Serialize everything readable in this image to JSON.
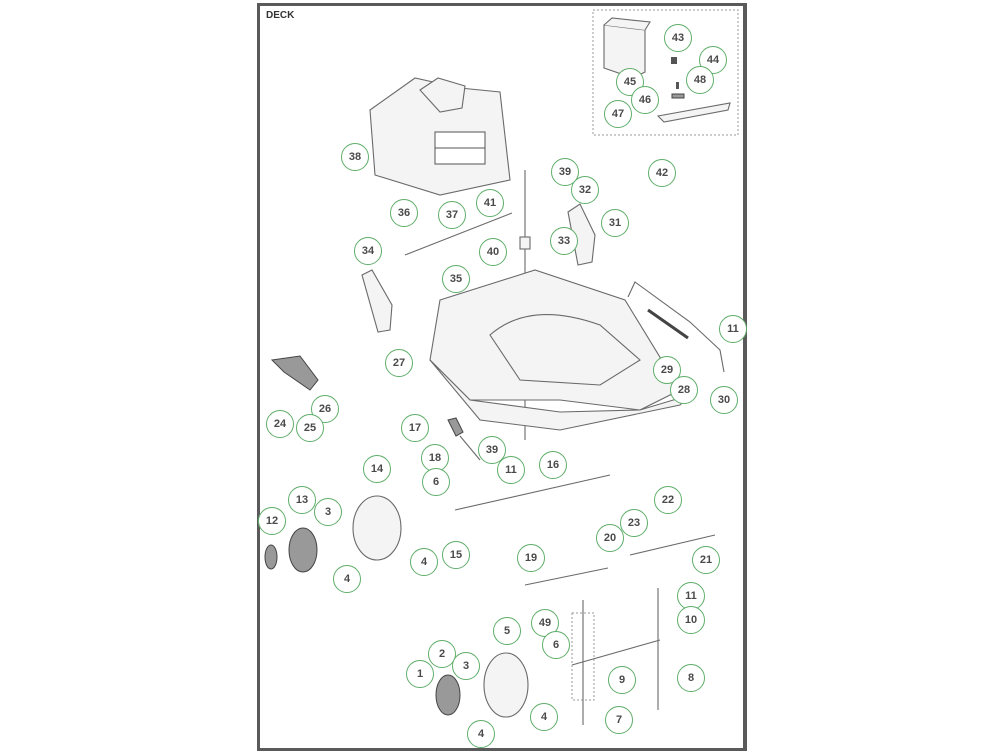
{
  "diagram": {
    "title": "DECK",
    "callout_color": "#5fae6a",
    "callouts": [
      {
        "id": "c43",
        "label": "43"
      },
      {
        "id": "c44",
        "label": "44"
      },
      {
        "id": "c48",
        "label": "48"
      },
      {
        "id": "c45",
        "label": "45"
      },
      {
        "id": "c46",
        "label": "46"
      },
      {
        "id": "c47",
        "label": "47"
      },
      {
        "id": "c42",
        "label": "42"
      },
      {
        "id": "c38",
        "label": "38"
      },
      {
        "id": "c39a",
        "label": "39"
      },
      {
        "id": "c32",
        "label": "32"
      },
      {
        "id": "c41",
        "label": "41"
      },
      {
        "id": "c36",
        "label": "36"
      },
      {
        "id": "c37",
        "label": "37"
      },
      {
        "id": "c31",
        "label": "31"
      },
      {
        "id": "c33",
        "label": "33"
      },
      {
        "id": "c34",
        "label": "34"
      },
      {
        "id": "c40",
        "label": "40"
      },
      {
        "id": "c35",
        "label": "35"
      },
      {
        "id": "c11a",
        "label": "11"
      },
      {
        "id": "c27",
        "label": "27"
      },
      {
        "id": "c29",
        "label": "29"
      },
      {
        "id": "c28",
        "label": "28"
      },
      {
        "id": "c30",
        "label": "30"
      },
      {
        "id": "c26",
        "label": "26"
      },
      {
        "id": "c24",
        "label": "24"
      },
      {
        "id": "c25",
        "label": "25"
      },
      {
        "id": "c17",
        "label": "17"
      },
      {
        "id": "c39b",
        "label": "39"
      },
      {
        "id": "c18",
        "label": "18"
      },
      {
        "id": "c11b",
        "label": "11"
      },
      {
        "id": "c16",
        "label": "16"
      },
      {
        "id": "c14",
        "label": "14"
      },
      {
        "id": "c6a",
        "label": "6"
      },
      {
        "id": "c13",
        "label": "13"
      },
      {
        "id": "c22",
        "label": "22"
      },
      {
        "id": "c3a",
        "label": "3"
      },
      {
        "id": "c12",
        "label": "12"
      },
      {
        "id": "c23",
        "label": "23"
      },
      {
        "id": "c20",
        "label": "20"
      },
      {
        "id": "c15",
        "label": "15"
      },
      {
        "id": "c4a",
        "label": "4"
      },
      {
        "id": "c19",
        "label": "19"
      },
      {
        "id": "c21",
        "label": "21"
      },
      {
        "id": "c4b",
        "label": "4"
      },
      {
        "id": "c11c",
        "label": "11"
      },
      {
        "id": "c10",
        "label": "10"
      },
      {
        "id": "c5",
        "label": "5"
      },
      {
        "id": "c49",
        "label": "49"
      },
      {
        "id": "c6b",
        "label": "6"
      },
      {
        "id": "c2",
        "label": "2"
      },
      {
        "id": "c3b",
        "label": "3"
      },
      {
        "id": "c9",
        "label": "9"
      },
      {
        "id": "c8",
        "label": "8"
      },
      {
        "id": "c1",
        "label": "1"
      },
      {
        "id": "c4c",
        "label": "4"
      },
      {
        "id": "c7",
        "label": "7"
      },
      {
        "id": "c4d",
        "label": "4"
      }
    ]
  }
}
